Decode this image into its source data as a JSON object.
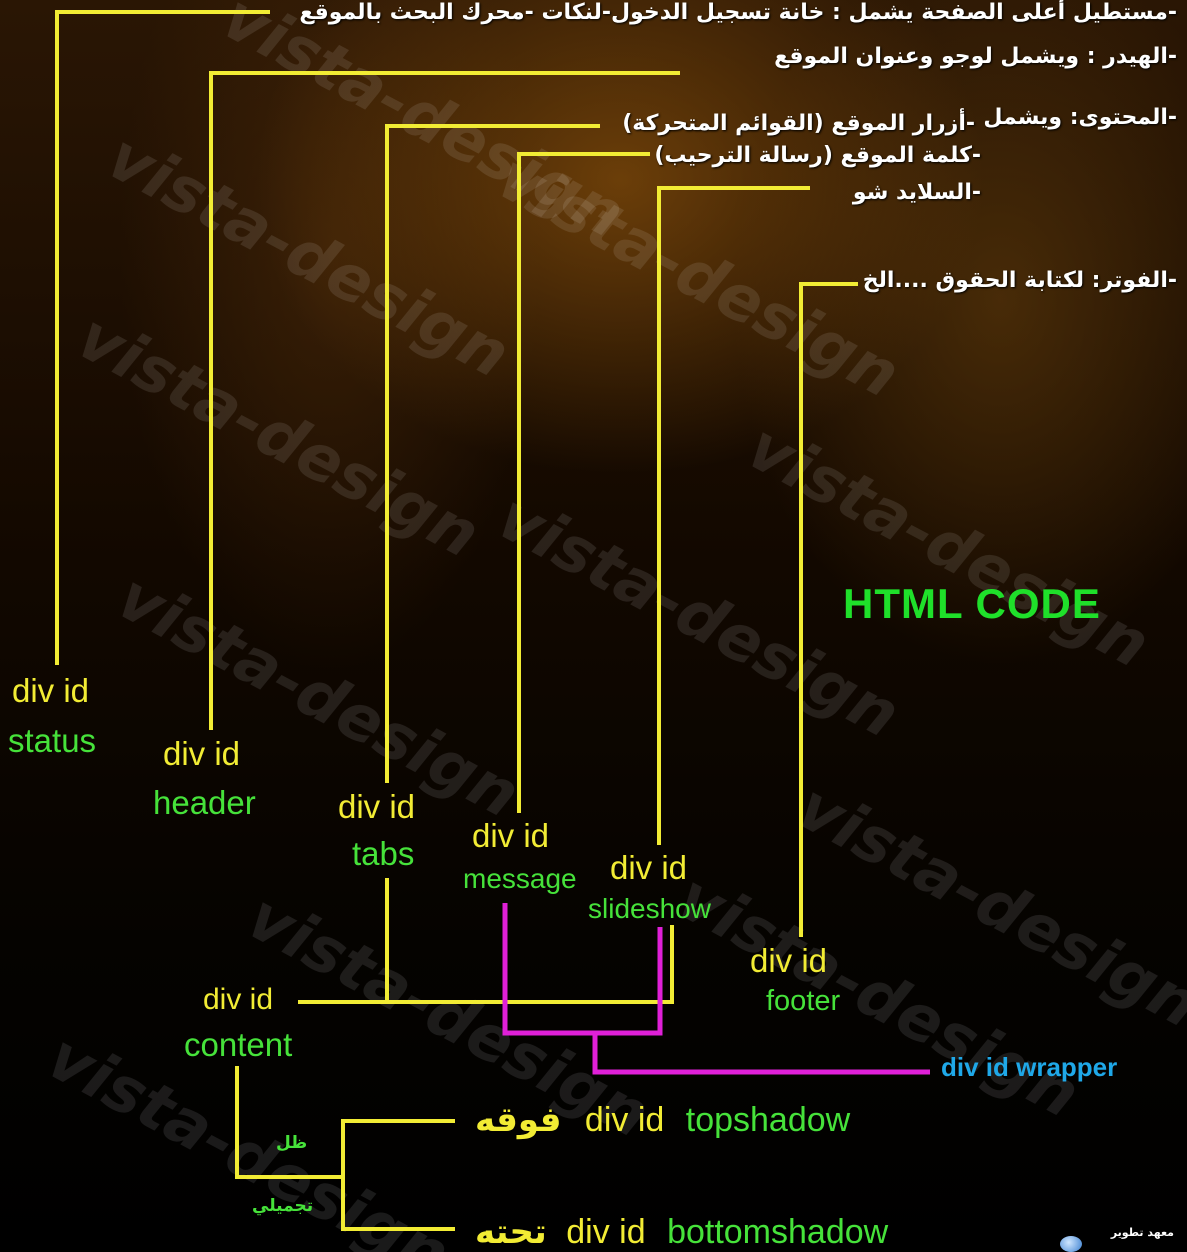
{
  "watermark": "vista-design",
  "arabic_notes": {
    "status": "-مستطيل أعلى الصفحة يشمل : خانة تسجيل الدخول-لنكات -محرك البحث بالموقع",
    "header": "-الهيدر : ويشمل لوجو وعنوان الموقع",
    "content_title": "-المحتوى: ويشمل",
    "tabs": "-أزرار الموقع (القوائم المتحركة)",
    "message": "-كلمة الموقع (رسالة الترحيب)",
    "slideshow": "-السلايد شو",
    "footer": "-الفوتر: لكتابة الحقوق ....الخ"
  },
  "div_prefix": "div id",
  "nodes": {
    "status": "status",
    "header": "header",
    "tabs": "tabs",
    "message": "message",
    "slideshow": "slideshow",
    "footer": "footer",
    "content": "content"
  },
  "title": "HTML CODE",
  "wrapper_label": "div id wrapper",
  "shadow": {
    "group_word_1": "ظل",
    "group_word_2": "تجميلي",
    "top_arabic": "فوقه",
    "top_text": "div id",
    "top_name": "topshadow",
    "bottom_arabic": "تحته",
    "bottom_text": "div id",
    "bottom_name": "bottomshadow"
  },
  "logo_text": "معهد تطوير",
  "colors": {
    "yellow": "#f2ec34",
    "green": "#46e23a",
    "magenta": "#e020d8",
    "cyan": "#1fa8e8"
  }
}
